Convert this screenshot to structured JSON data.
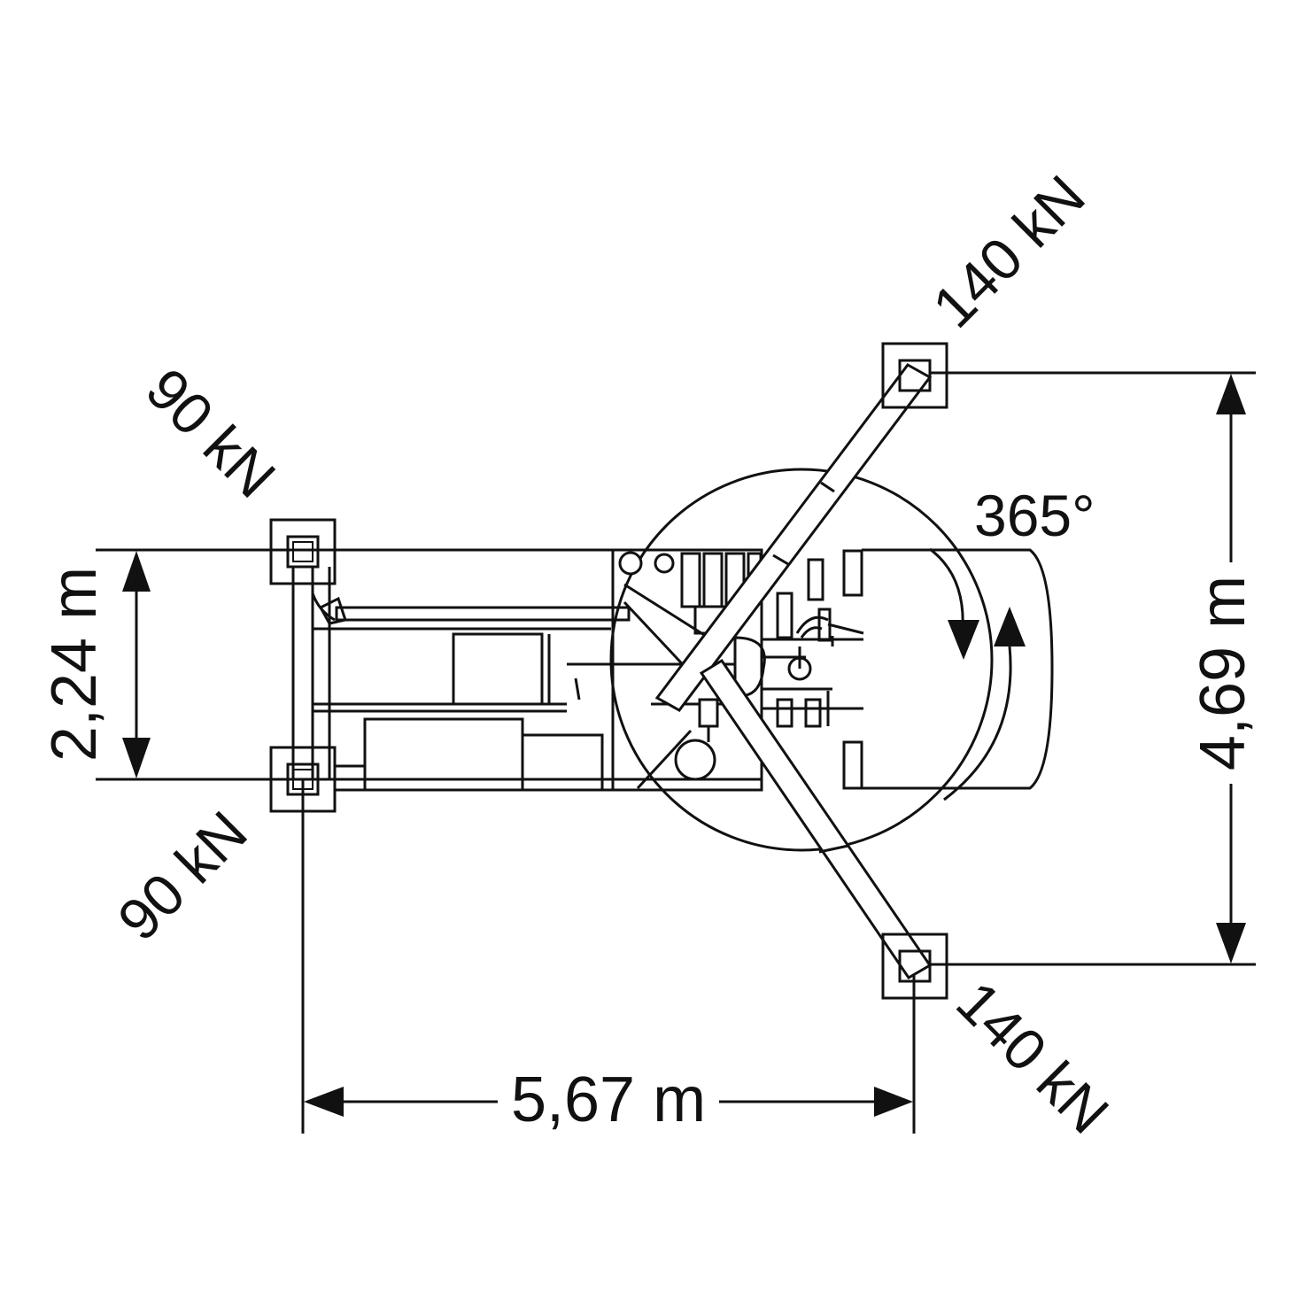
{
  "labels": {
    "load_top_left": "90 kN",
    "load_bottom_left": "90 kN",
    "load_top_right": "140 kN",
    "load_bottom_right": "140 kN",
    "rotation": "365°",
    "dim_width": "2,24 m",
    "dim_height": "4,69 m",
    "dim_length": "5,67 m"
  }
}
